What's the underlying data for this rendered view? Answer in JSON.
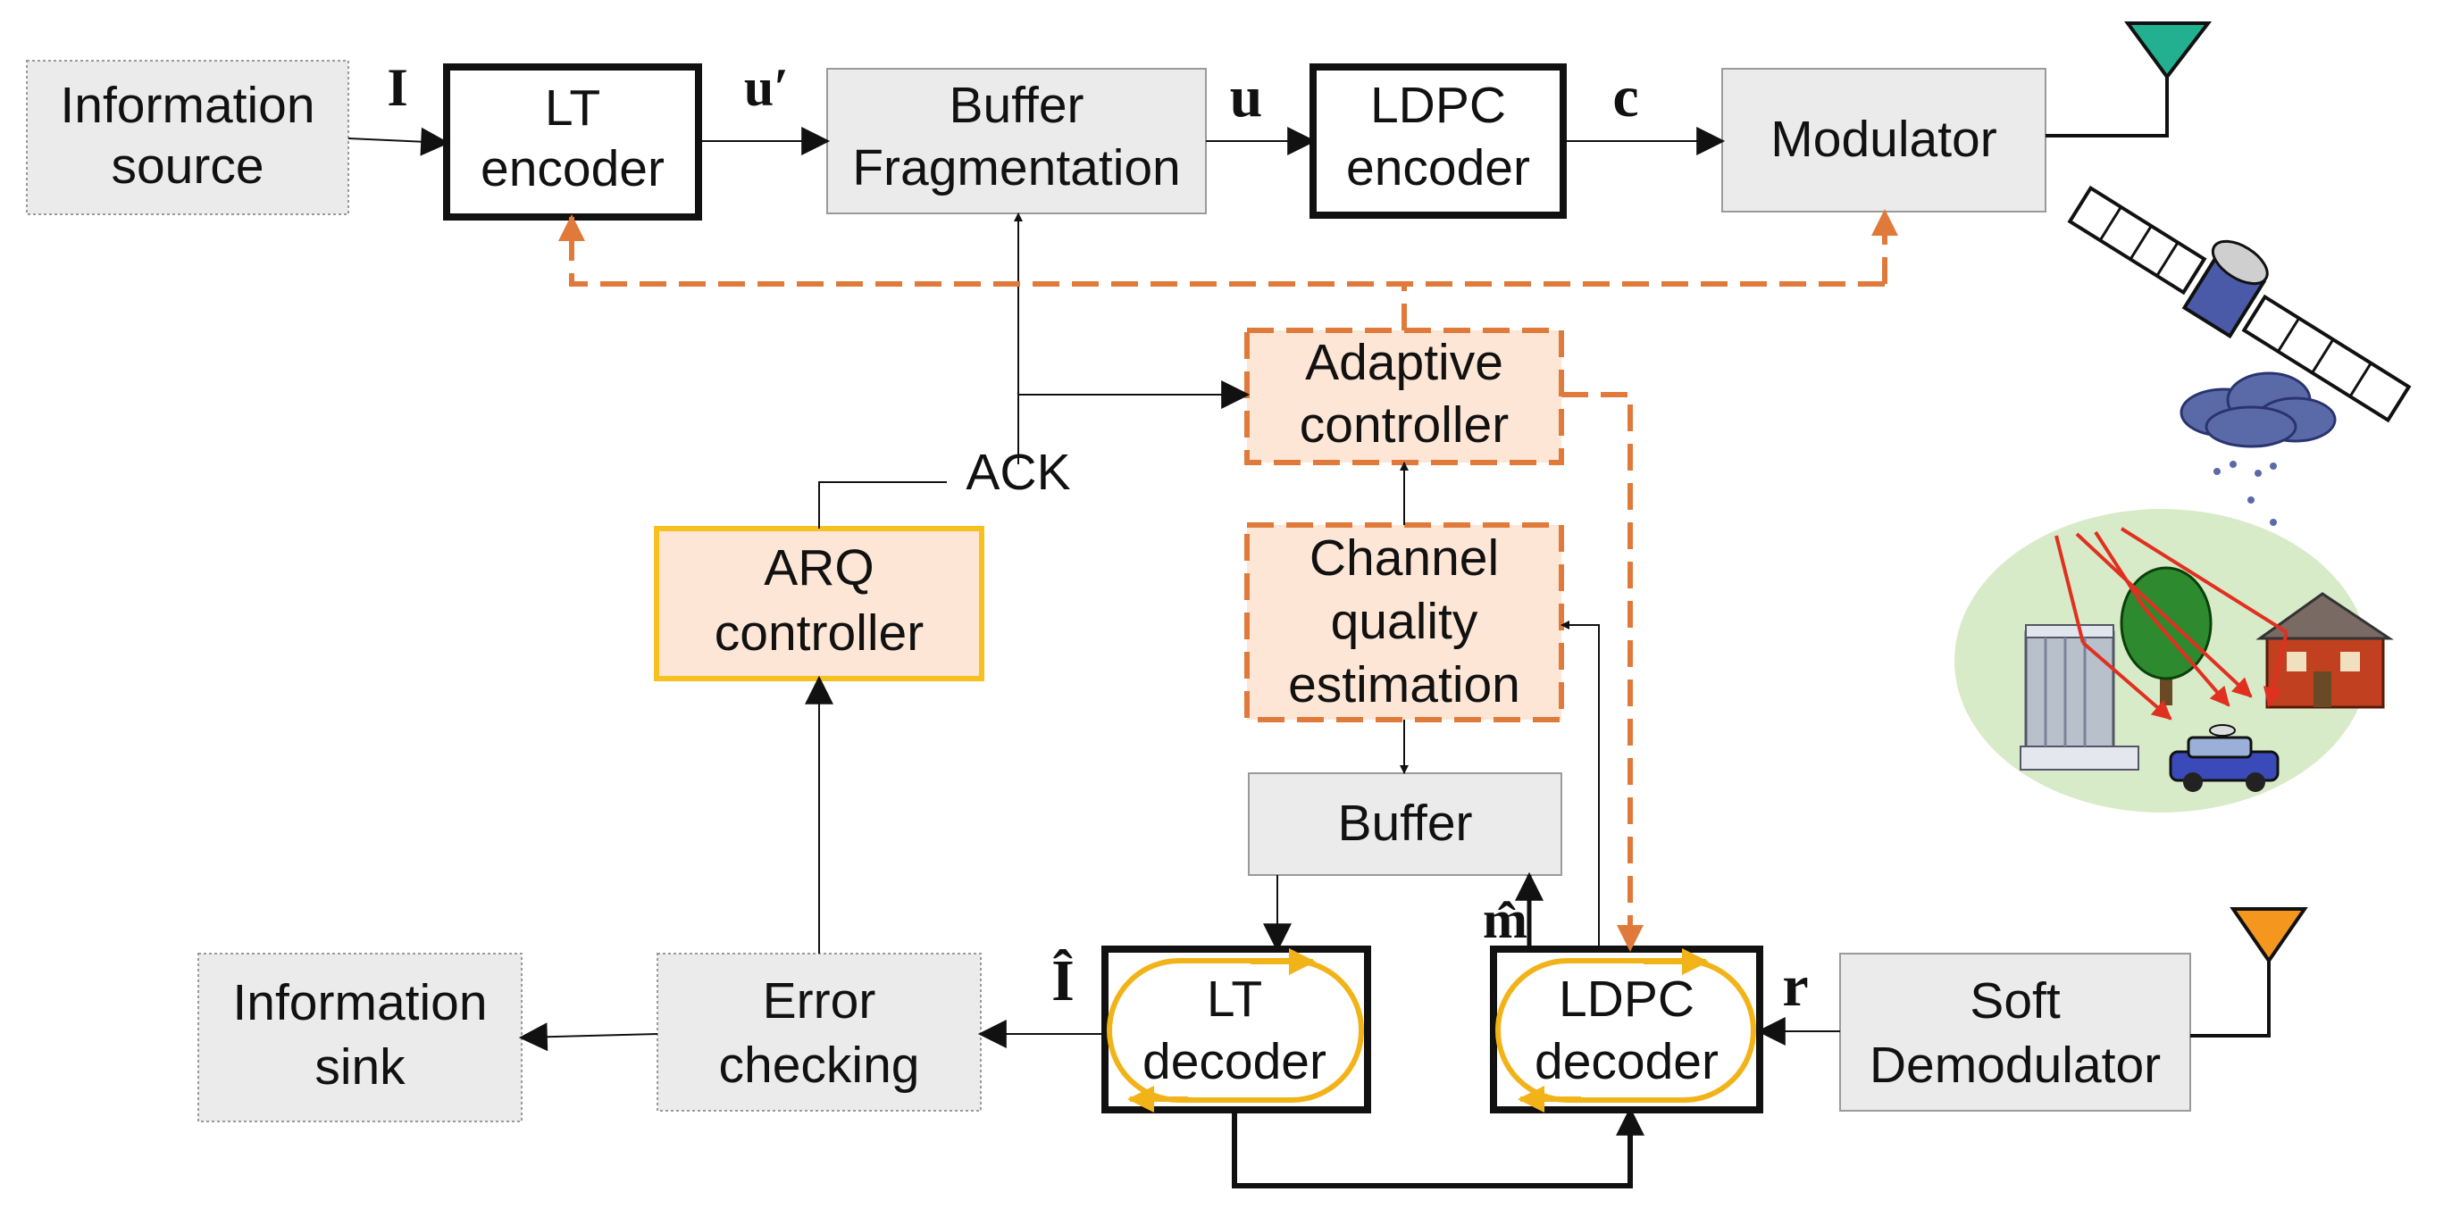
{
  "blocks": {
    "info_source": [
      "Information",
      "source"
    ],
    "lt_encoder": [
      "LT",
      "encoder"
    ],
    "buffer_frag": [
      "Buffer",
      "Fragmentation"
    ],
    "ldpc_encoder": [
      "LDPC",
      "encoder"
    ],
    "modulator": [
      "Modulator"
    ],
    "adaptive": [
      "Adaptive",
      "controller"
    ],
    "channel_quality": [
      "Channel",
      "quality",
      "estimation"
    ],
    "arq": [
      "ARQ",
      "controller"
    ],
    "buffer": [
      "Buffer"
    ],
    "info_sink": [
      "Information",
      "sink"
    ],
    "error_check": [
      "Error",
      "checking"
    ],
    "lt_decoder": [
      "LT",
      "decoder"
    ],
    "ldpc_decoder": [
      "LDPC",
      "decoder"
    ],
    "soft_demod": [
      "Soft",
      "Demodulator"
    ]
  },
  "signals": {
    "I": "I",
    "u_prime": "u′",
    "u": "u",
    "c": "c",
    "ack": "ACK",
    "I_hat": "Î",
    "m_hat": "m̂",
    "r": "r"
  },
  "colors": {
    "feedback": "#E07A3A",
    "orange_fill": "#FDE6D6",
    "arq_border": "#F5C020",
    "decoder_loop": "#F2B318",
    "gray_fill": "#EBEBEB",
    "tx_antenna": "#22B090",
    "rx_antenna": "#F5961E",
    "ground": "#D8EBC8"
  },
  "icons": [
    "transmit-antenna-icon",
    "satellite-icon",
    "rain-cloud-icon",
    "ground-scene-icon",
    "receive-antenna-icon"
  ]
}
